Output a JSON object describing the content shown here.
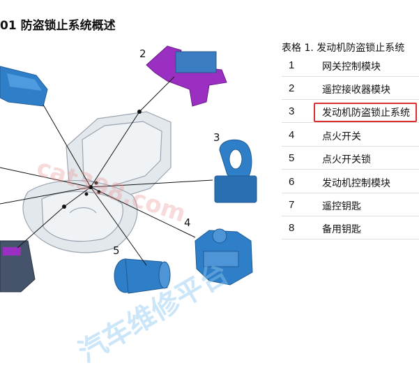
{
  "heading": "01 防盗锁止系统概述",
  "table": {
    "caption": "表格 1. 发动机防盗锁止系统",
    "rows": [
      {
        "num": "1",
        "label": "网关控制模块"
      },
      {
        "num": "2",
        "label": "遥控接收器模块"
      },
      {
        "num": "3",
        "label": "发动机防盗锁止系统"
      },
      {
        "num": "4",
        "label": "点火开关"
      },
      {
        "num": "5",
        "label": "点火开关锁"
      },
      {
        "num": "6",
        "label": "发动机控制模块"
      },
      {
        "num": "7",
        "label": "遥控钥匙"
      },
      {
        "num": "8",
        "label": "备用钥匙"
      }
    ]
  },
  "figure": {
    "callouts": [
      "2",
      "3",
      "4",
      "5"
    ]
  },
  "watermark": {
    "text1": "cat398.com",
    "text2": "汽车维修平台"
  },
  "colors": {
    "highlight": "#d9302f",
    "module_blue": "#2f7ec8",
    "receiver_purple": "#9b2fc2"
  }
}
